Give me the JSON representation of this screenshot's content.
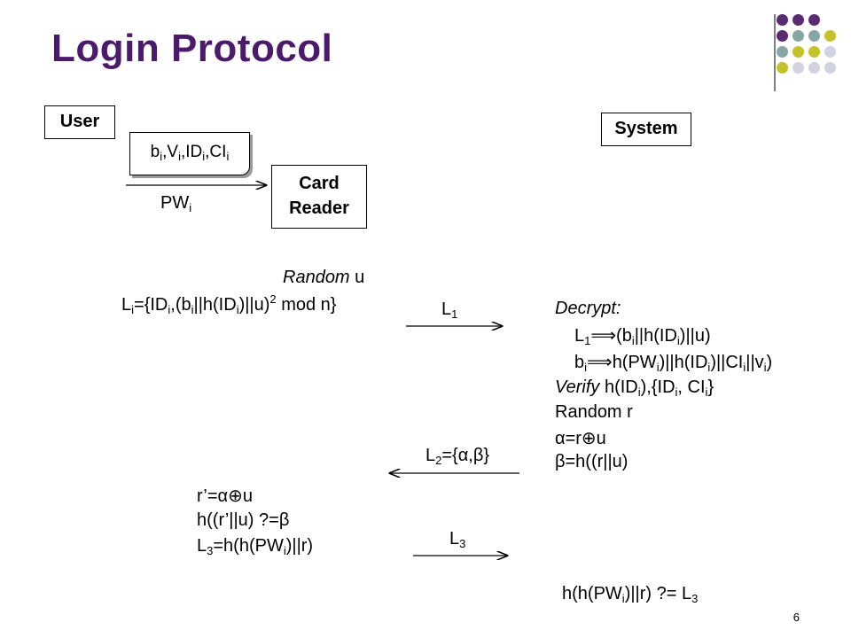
{
  "slide": {
    "title": "Login Protocol",
    "page_number": "6"
  },
  "entities": {
    "user": "User",
    "system": "System",
    "card_reader_line1": "Card",
    "card_reader_line2": "Reader"
  },
  "card": {
    "b": "b",
    "b_sub": "i",
    "c1": ",V",
    "v_sub": "i",
    "c2": ",ID",
    "id_sub": "i",
    "c3": ",CI",
    "ci_sub": "i"
  },
  "pw": {
    "label": "PW",
    "sub": "i"
  },
  "user_step1": {
    "random_word": "Random",
    "random_var": " u",
    "l": "L",
    "l_sub": "i",
    "p1": "={ID",
    "p1_sub": "i",
    "p2": ",(b",
    "p2_sub": "i",
    "p3": "||h(ID",
    "p3_sub": "i",
    "p4": ")||u)",
    "p4_sup": "2",
    "p5": " mod n}"
  },
  "messages": {
    "l1": "L",
    "l1_sub": "1",
    "l2": "L",
    "l2_sub": "2",
    "l2_rest": "={α,β}",
    "l3": "L",
    "l3_sub": "3"
  },
  "system_step": {
    "decrypt": "Decrypt:",
    "d1_a": "L",
    "d1_a_sub": "1",
    "d1_b": "(b",
    "d1_b_sub": "i",
    "d1_c": "||h(ID",
    "d1_c_sub": "i",
    "d1_d": ")||u)",
    "d2_a": "b",
    "d2_a_sub": "i",
    "d2_b": "h(PW",
    "d2_b_sub": "i",
    "d2_c": ")||h(ID",
    "d2_c_sub": "i",
    "d2_d": ")||CI",
    "d2_d_sub": "i",
    "d2_e": "||v",
    "d2_e_sub": "i",
    "d2_f": ")",
    "verify_word": "Verify",
    "verify_a": " h(ID",
    "verify_a_sub": "i",
    "verify_b": "),{ID",
    "verify_b_sub": "i",
    "verify_c": ", CI",
    "verify_c_sub": "i",
    "verify_d": "}",
    "random_r": "Random r",
    "alpha_a": "α=r",
    "alpha_b": "u",
    "beta": "β=h((r||u)"
  },
  "user_step2": {
    "r_a": "r’=α",
    "r_b": "u",
    "check": "h((r’||u) ?=β",
    "l3_a": "L",
    "l3_a_sub": "3",
    "l3_b": "=h(h(PW",
    "l3_b_sub": "i",
    "l3_c": ")||r)"
  },
  "final_check": {
    "a": "h(h(PW",
    "a_sub": "i",
    "b": ")||r) ?= L",
    "b_sub": "3"
  },
  "symbols": {
    "implies": "⟹",
    "xor": "⊕"
  },
  "colors": {
    "title": "#4b1a6a",
    "dot_purple": "#5a2a73",
    "dot_teal": "#86a6a6",
    "dot_yellow": "#c4c22a",
    "dot_lavender": "#d2d2e0"
  }
}
